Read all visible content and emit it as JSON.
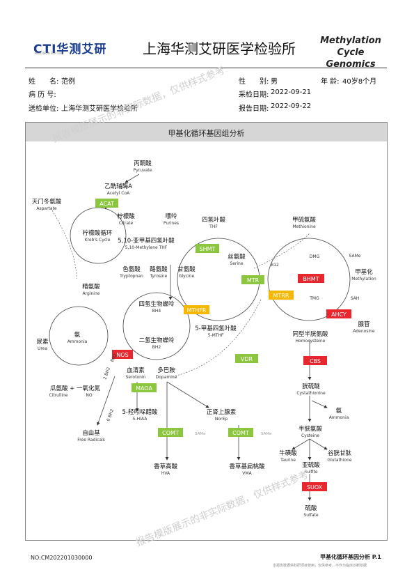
{
  "header": {
    "logo_text": "CTI华测艾研",
    "logo_sub": "PRECISION FOR LIFE",
    "lab_name": "上海华测艾研医学检验所",
    "report_title_line1": "Methylation Cycle",
    "report_title_line2": "Genomics"
  },
  "patient": {
    "name_label": "姓　　名:",
    "name_value": "范例",
    "gender_label": "性　　别:",
    "gender_value": "男",
    "age_label": "年 龄:",
    "age_value": "40岁8个月",
    "record_label": "病 历 号:",
    "record_value": "",
    "collect_label": "采检日期:",
    "collect_value": "2022-09-21",
    "sender_label": "送检单位:",
    "sender_value": "上海华测艾研医学检验所",
    "report_date_label": "报告日期:",
    "report_date_value": "2022-09-22"
  },
  "panel": {
    "title": "甲基化循环基因组分析"
  },
  "watermark": {
    "text_a": "报告模版展示的非实际数据，仅供样式参考",
    "text_b": "报告模版展示的非实际数据，仅供样式参考"
  },
  "colors": {
    "green": "#8cc63f",
    "red": "#e8262e",
    "yellow": "#f5b800"
  },
  "diagram": {
    "nodes": {
      "pyruvate_cn": "丙酮酸",
      "pyruvate_en": "Pyruvate",
      "acetyl_cn": "乙酰辅酶A",
      "acetyl_en": "Acetyl CoA",
      "aspartate_cn": "天门冬氨酸",
      "aspartate_en": "Aspartate",
      "citrate_cn": "柠檬酸",
      "citrate_en": "Citrate",
      "krebs_cn": "柠檬酸循环",
      "krebs_en": "Kreb's Cycle",
      "purines_cn": "嘌呤",
      "purines_en": "Purines",
      "mthf10_cn": "5,10-亚甲基四氢叶酸",
      "mthf10_en": "5,10-Methylene THF",
      "thf_cn": "四氢叶酸",
      "thf_en": "THF",
      "serine_cn": "丝氨酸",
      "serine_en": "Serine",
      "glycine_cn": "甘氨酸",
      "glycine_en": "Glycine",
      "tryptophan_cn": "色氨酸",
      "tryptophan_en": "Tryptopnan",
      "tyrosine_cn": "酪氨酸",
      "tyrosine_en": "Tyrosine",
      "bh4_cn": "四氢生物蝶呤",
      "bh4_en": "BH4",
      "bh2_cn": "二氢生物蝶呤",
      "bh2_en": "BH2",
      "mthf5_cn": "5-甲基四氢叶酸",
      "mthf5_en": "5-MTHF",
      "arginine_cn": "精氨酸",
      "arginine_en": "Arginine",
      "urea_cn": "尿素",
      "urea_en": "Urea",
      "ammonia1_cn": "氨",
      "ammonia1_en": "Ammonia",
      "serotonin_cn": "血清素",
      "serotonin_en": "Serotonin",
      "dopamine_cn": "多巴胺",
      "dopamine_en": "Dopamine",
      "citrulline_cn": "瓜氨酸 + 一氧化氮",
      "citrulline_en": "Citrulline",
      "no_en": "NO",
      "hiaa_cn": "5-羟吲哚醋酸",
      "hiaa_en": "5-HIAA",
      "norep_cn": "正肾上腺素",
      "norep_en": "NorEp",
      "radicals_cn": "自由基",
      "radicals_en": "Free Radicals",
      "hva_cn": "香草高酸",
      "hva_en": "HVA",
      "vma_cn": "香草基扁桃酸",
      "vma_en": "VMA",
      "methionine_cn": "甲硫氨酸",
      "methionine_en": "Methionine",
      "dmg": "DMG",
      "same1": "SAMe",
      "methylation_cn": "甲基化",
      "methylation_en": "Methylation",
      "sah": "SAH",
      "tmg": "TMG",
      "b12": "B12",
      "homocysteine_cn": "同型半胱氨酸",
      "homocysteine_en": "Homocysteine",
      "adenosine_cn": "腺苷",
      "adenosine_en": "Adenosine",
      "cystathionine_cn": "胱硫醚",
      "cystathionine_en": "Cystathionine",
      "ammonia2_cn": "氨",
      "ammonia2_en": "Ammonia",
      "cysteine_cn": "半胱氨酸",
      "cysteine_en": "Cysteine",
      "taurine_cn": "牛磺酸",
      "taurine_en": "Taurine",
      "glutathione_cn": "谷胱甘肽",
      "glutathione_en": "Glutathione",
      "sulfite_cn": "亚硫酸",
      "sulfite_en": "Sulfite",
      "sulfate_cn": "硫酸",
      "sulfate_en": "Sulfate",
      "same2": "SAMe",
      "same3": "SAMe",
      "bh2_small1": "BH2",
      "bh2_small2": "2 BH2",
      "bh2_small3": "0 BH2"
    },
    "genes": {
      "acat": "ACAT",
      "shmt": "SHMT",
      "mtr": "MTR",
      "mthfr": "MTHFR",
      "mtrr": "MTRR",
      "bhmt": "BHMT",
      "ahcy": "AHCY",
      "nos": "NOS",
      "cbs": "CBS",
      "vdr": "VDR",
      "maoa": "MAOA",
      "comt1": "COMT",
      "comt2": "COMT",
      "suox": "SUOX"
    }
  },
  "footer": {
    "number": "NO:CM202201030000",
    "page": "甲基化循环基因分析 P.1",
    "note": "本报告数据供科研项目使用，仅供参考，不作为临床诊断依据"
  }
}
